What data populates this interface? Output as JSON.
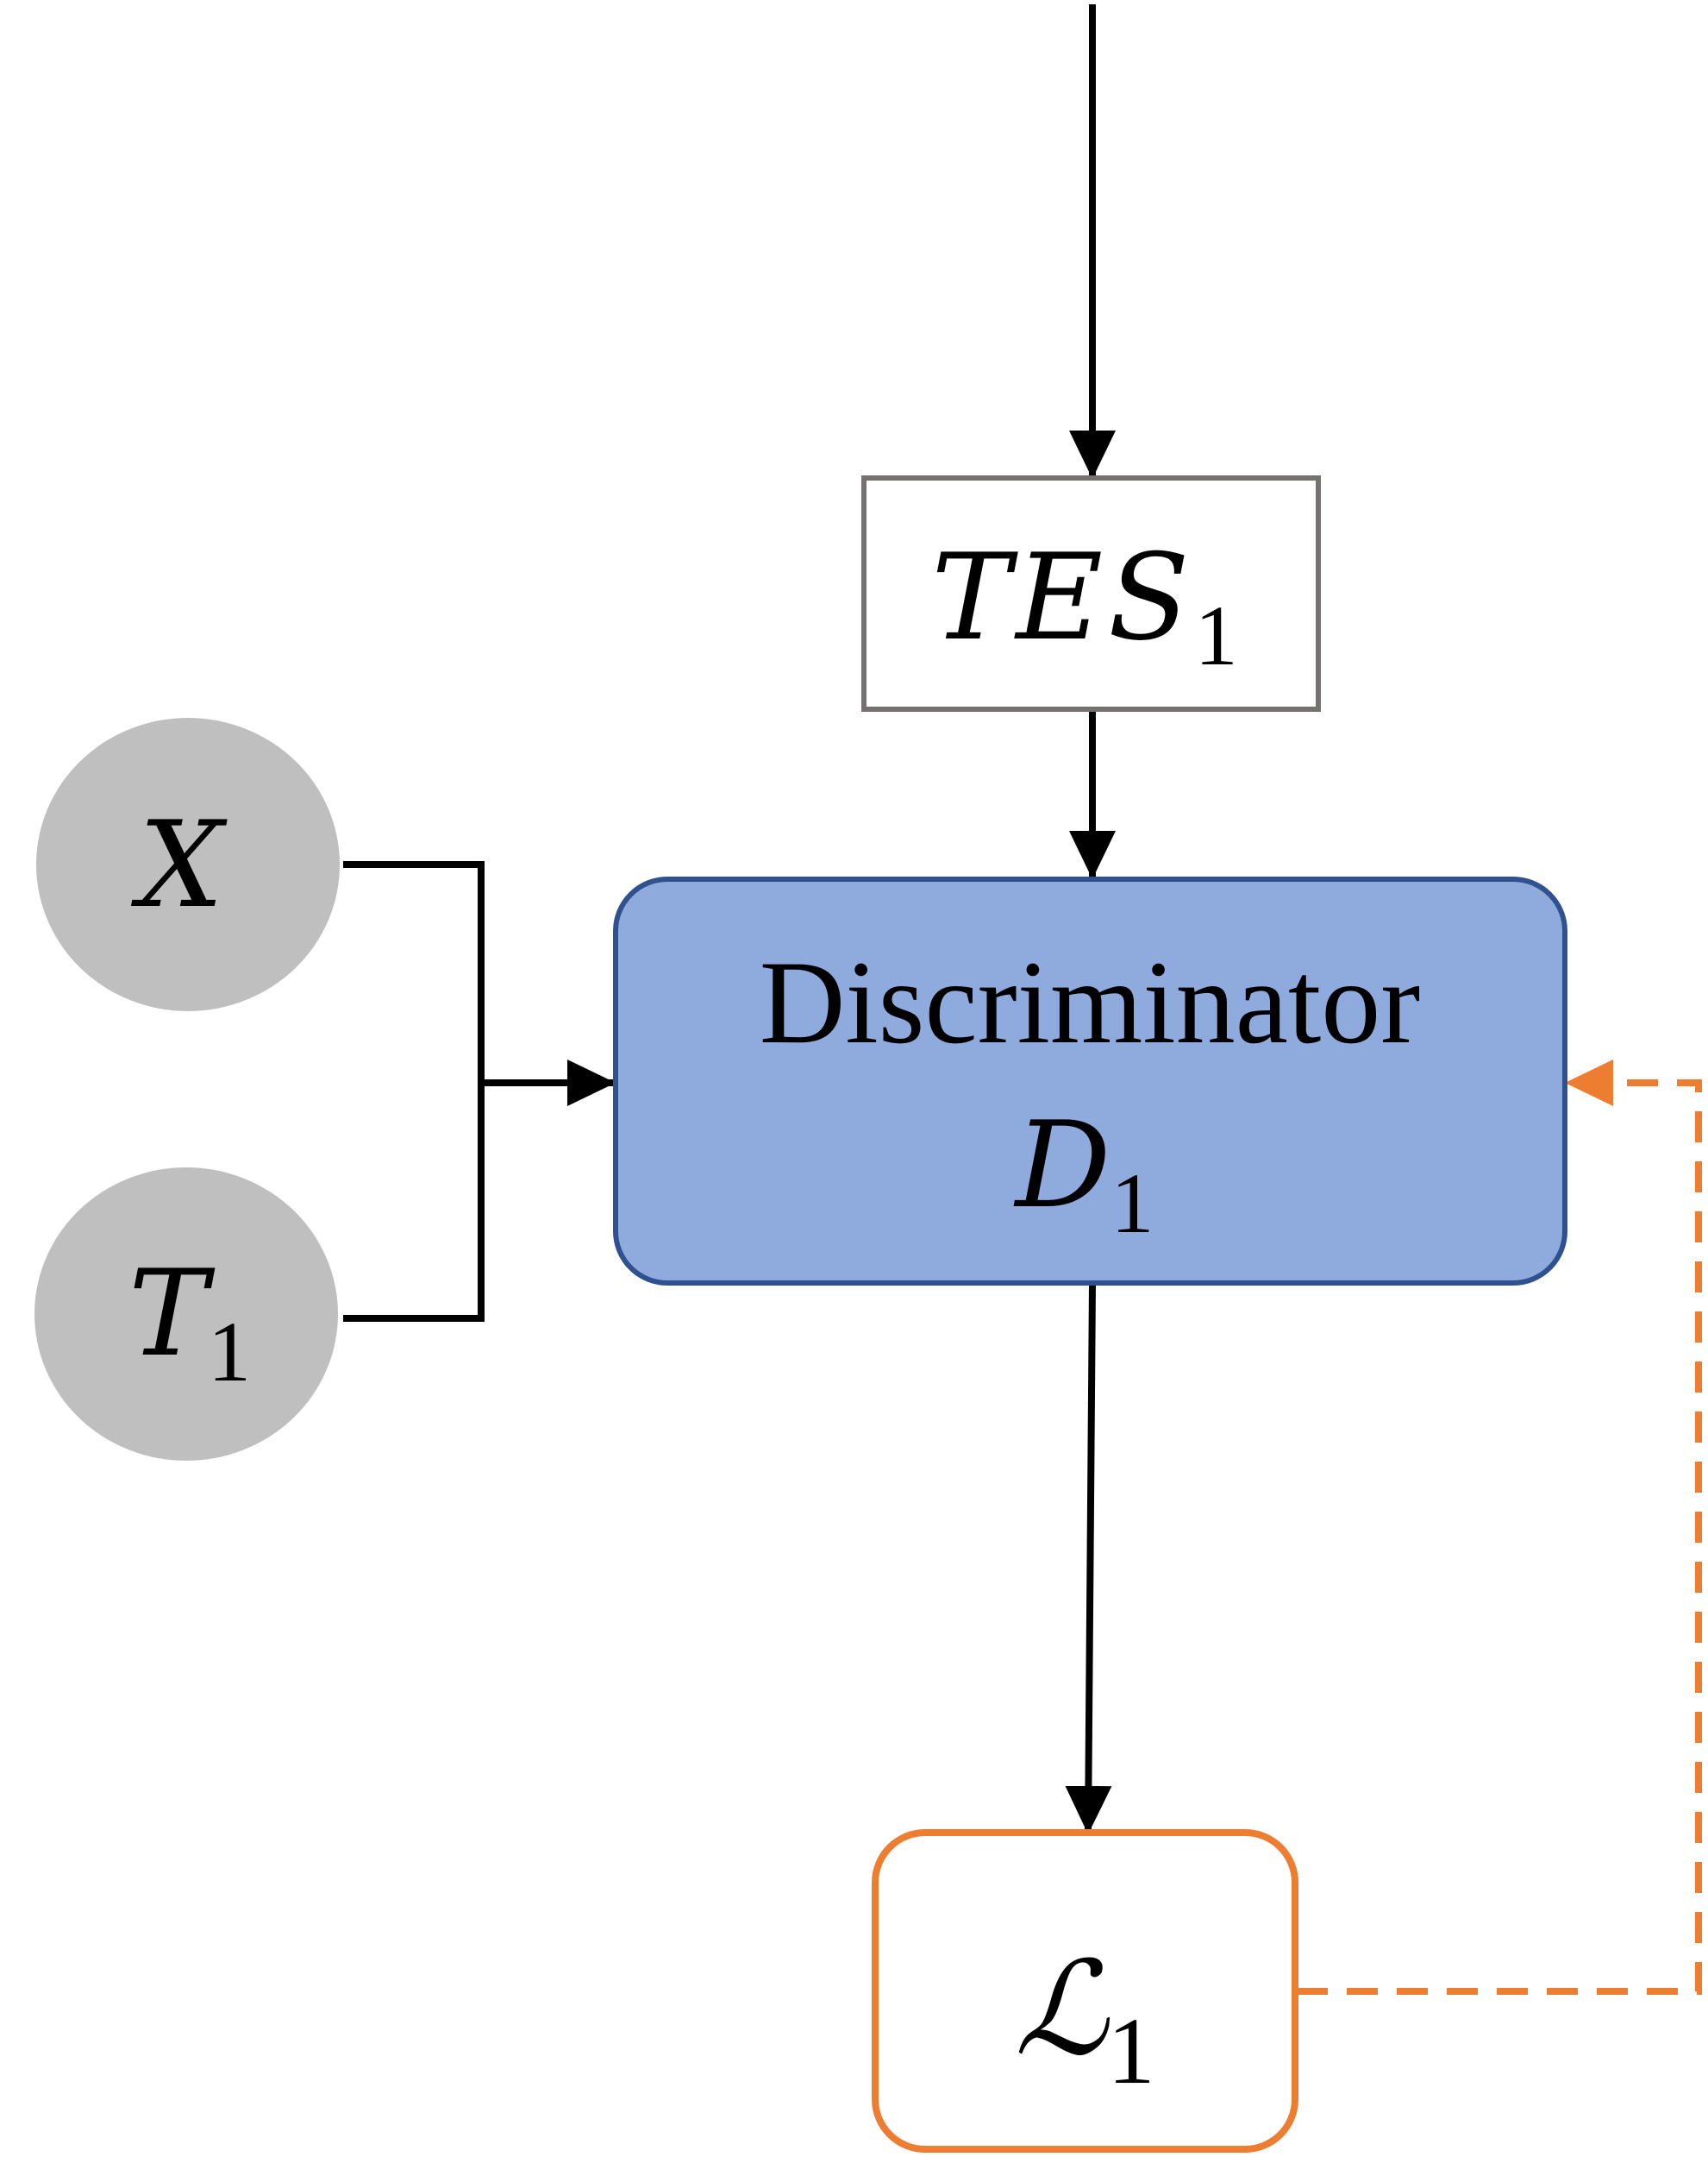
{
  "tes": {
    "main": "TES",
    "sub": "1"
  },
  "discriminator": {
    "title": "Discriminator",
    "main": "D",
    "sub": "1"
  },
  "input_x": {
    "main": "X"
  },
  "input_t": {
    "main": "T",
    "sub": "1"
  },
  "loss": {
    "main": "ℒ",
    "sub": "1"
  },
  "colors": {
    "discriminator_fill": "#8FAADC",
    "discriminator_stroke": "#2F528F",
    "input_fill": "#BFBFBF",
    "tes_stroke": "#767171",
    "loss_stroke": "#ED7D31",
    "feedback": "#ED7D31"
  }
}
